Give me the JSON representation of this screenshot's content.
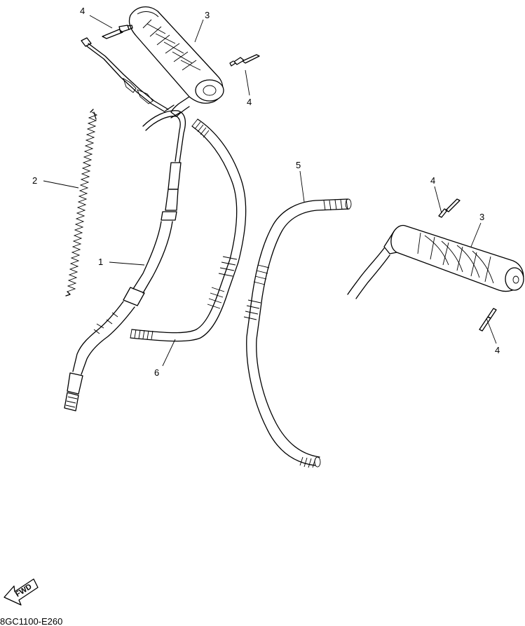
{
  "callouts": {
    "grip_left": "3",
    "grip_right": "3",
    "bolt_top_left": "4",
    "bolt_top_right": "4",
    "bolt_right_upper": "4",
    "bolt_right_lower": "4",
    "spring": "2",
    "cable": "1",
    "tube_short": "6",
    "tube_long": "5"
  },
  "fwd_label": "FWD",
  "diagram_code": "8GC1100-E260"
}
